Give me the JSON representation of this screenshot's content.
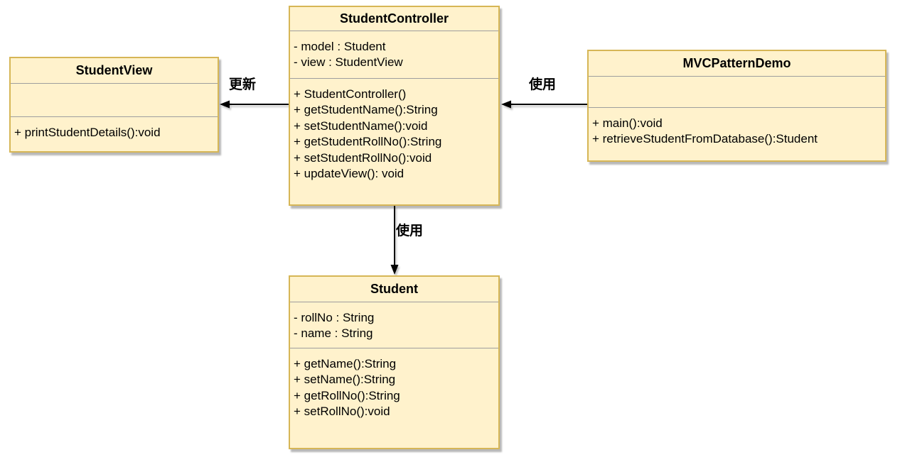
{
  "classes": [
    {
      "name": "StudentController",
      "attributes": [
        "- model : Student",
        "- view : StudentView"
      ],
      "methods": [
        "+ StudentController()",
        "+ getStudentName():String",
        "+ setStudentName():void",
        "+ getStudentRollNo():String",
        "+ setStudentRollNo():void",
        "+ updateView(): void"
      ]
    },
    {
      "name": "StudentView",
      "attributes": [],
      "methods": [
        "+ printStudentDetails():void"
      ]
    },
    {
      "name": "MVCPatternDemo",
      "attributes": [],
      "methods": [
        "+ main():void",
        "+ retrieveStudentFromDatabase():Student"
      ]
    },
    {
      "name": "Student",
      "attributes": [
        "- rollNo : String",
        "- name : String"
      ],
      "methods": [
        "+ getName():String",
        "+ setName():String",
        "+ getRollNo():String",
        "+ setRollNo():void"
      ]
    }
  ],
  "edges": [
    {
      "from": "StudentController",
      "to": "StudentView",
      "label": "更新"
    },
    {
      "from": "MVCPatternDemo",
      "to": "StudentController",
      "label": "使用"
    },
    {
      "from": "StudentController",
      "to": "Student",
      "label": "使用"
    }
  ],
  "colors": {
    "box_fill": "#FFF2CC",
    "box_border": "#D6B656",
    "separator": "#9E9E9E",
    "arrow": "#000000",
    "background": "#FFFFFF"
  }
}
